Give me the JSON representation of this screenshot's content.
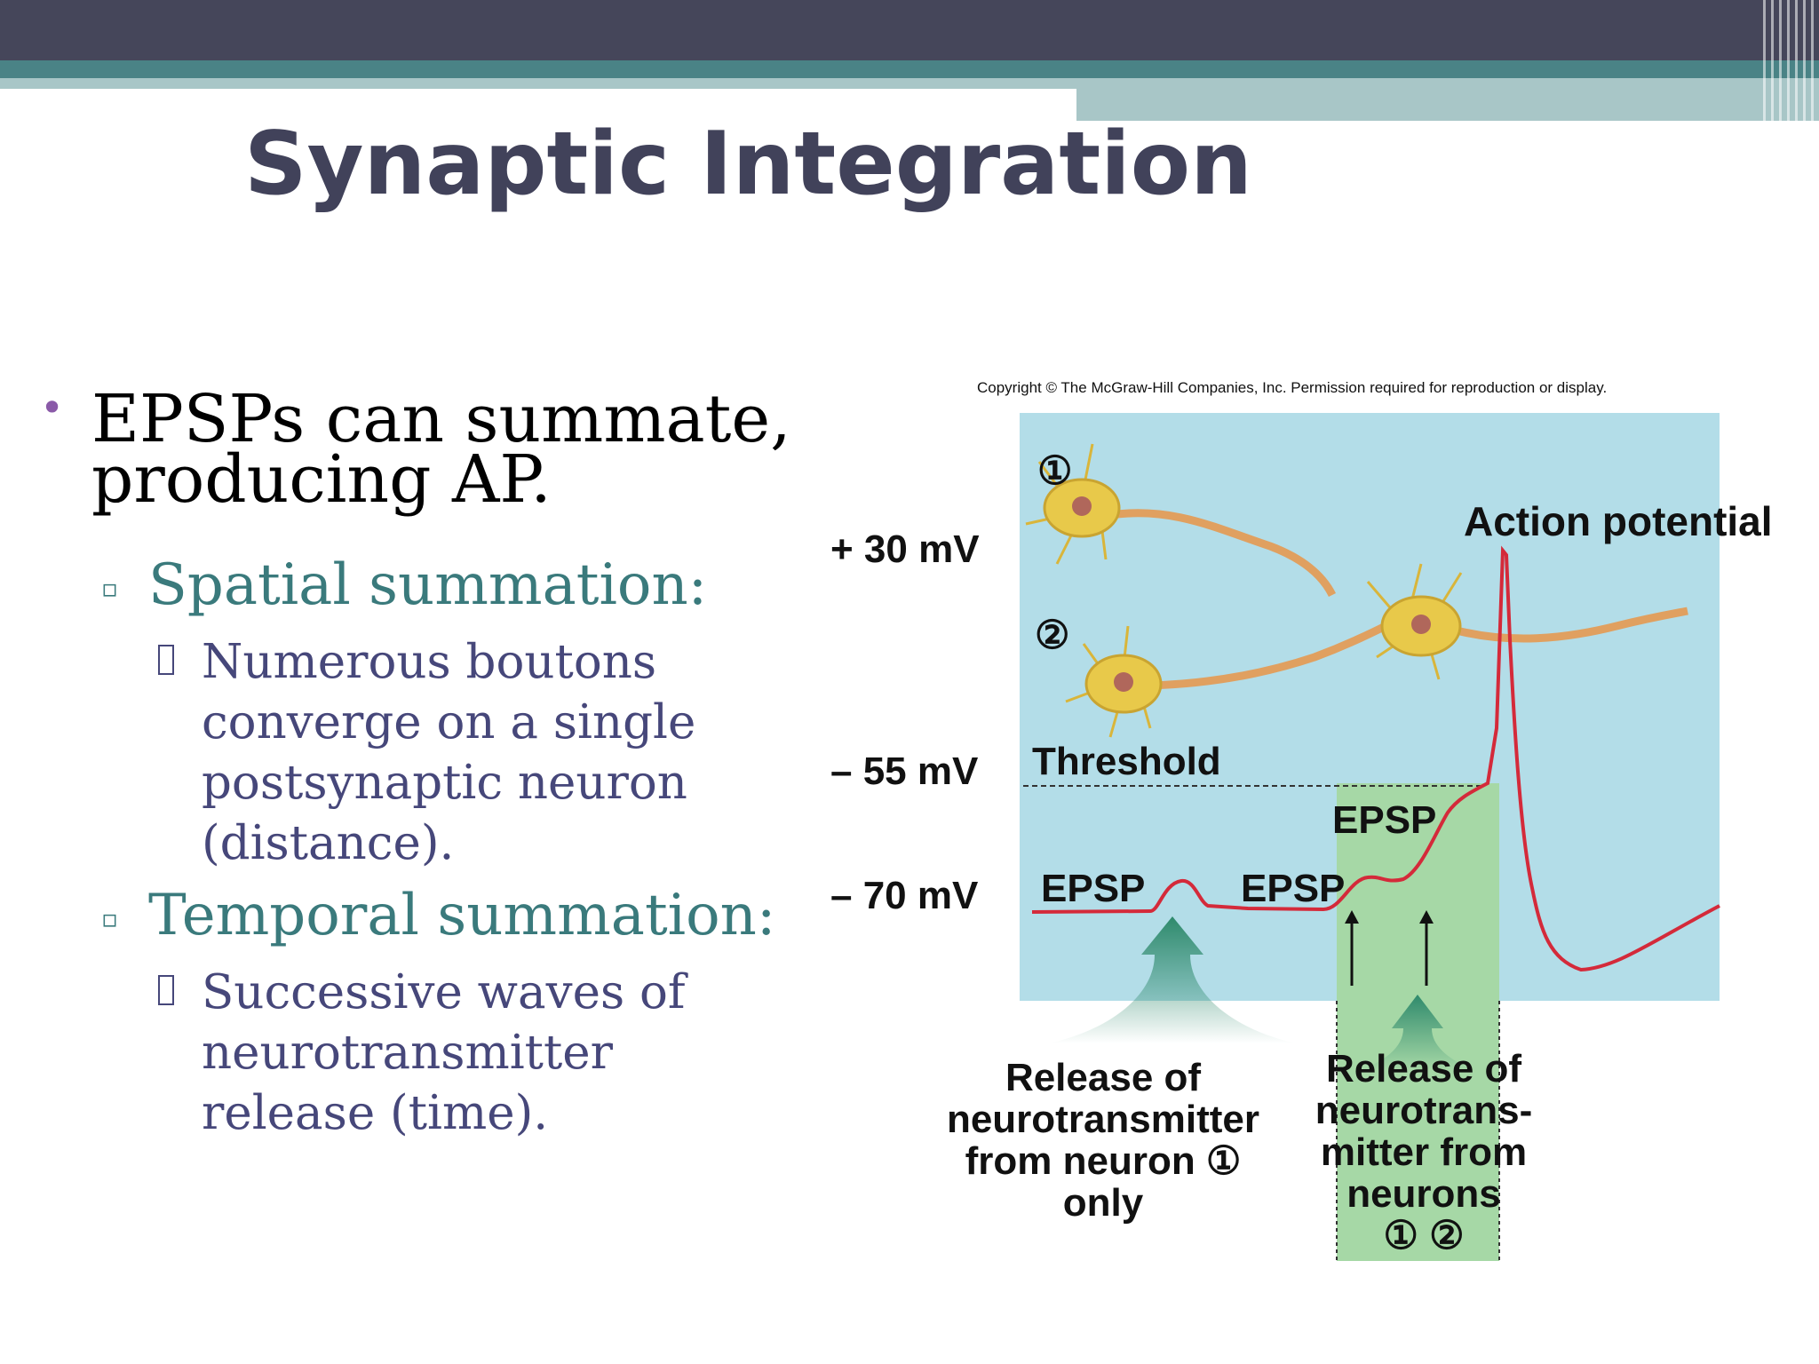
{
  "slide": {
    "title": "Synaptic Integration",
    "colors": {
      "title": "#41425a",
      "accent_bullet": "#8a5aa8",
      "level2": "#3a7a7c",
      "level3": "#46477a"
    }
  },
  "bullets": {
    "main_line1": "EPSPs can summate,",
    "main_line2": "producing AP.",
    "spatial": {
      "heading": "Spatial summation:",
      "lines": [
        "Numerous boutons",
        "converge on a single",
        "postsynaptic neuron",
        "(distance)."
      ]
    },
    "temporal": {
      "heading": "Temporal summation:",
      "lines": [
        "Successive waves of",
        "neurotransmitter",
        "release (time)."
      ]
    }
  },
  "figure": {
    "copyright": "Copyright © The McGraw-Hill Companies, Inc. Permission required for reproduction or display.",
    "neuron_labels": [
      "①",
      "②"
    ],
    "voltage_labels": [
      "+ 30 mV",
      "– 55 mV",
      "– 70 mV"
    ],
    "threshold_label": "Threshold",
    "action_potential_label": "Action potential",
    "epsp_label": "EPSP",
    "release_single": [
      "Release of",
      "neurotransmitter",
      "from neuron ①",
      "only"
    ],
    "release_both": [
      "Release of",
      "neurotrans-",
      "mitter from",
      "neurons",
      "①   ②"
    ],
    "colors": {
      "panel": "#b3dde8",
      "highlight": "#a6d8a6",
      "trace": "#d42a3a",
      "arrow": "#2f8a6c"
    }
  }
}
